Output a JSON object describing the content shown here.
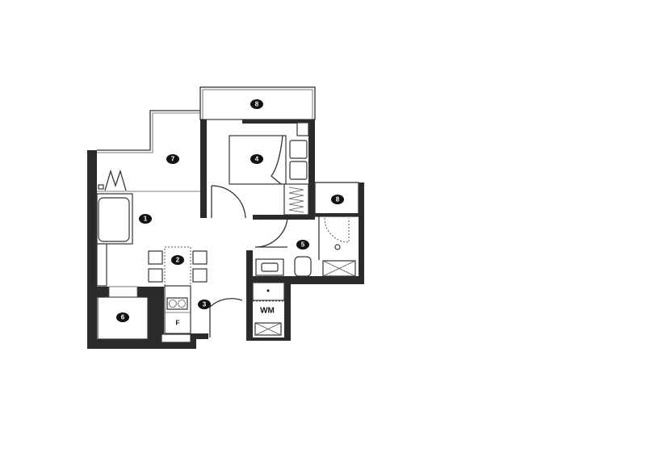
{
  "floor_plan": {
    "rooms": [
      {
        "id": "living",
        "number": "1"
      },
      {
        "id": "dining",
        "number": "2"
      },
      {
        "id": "kitchen",
        "number": "3"
      },
      {
        "id": "bedroom",
        "number": "4"
      },
      {
        "id": "bathroom",
        "number": "5"
      },
      {
        "id": "study",
        "number": "6"
      },
      {
        "id": "balcony",
        "number": "7"
      },
      {
        "id": "ac-ledge-top",
        "number": "8"
      },
      {
        "id": "ac-ledge-right",
        "number": "8"
      }
    ],
    "fixtures": {
      "washing_machine": "WM",
      "fridge": "F"
    },
    "colors": {
      "wall": "#2b2b2b",
      "badge": "#111111"
    }
  }
}
